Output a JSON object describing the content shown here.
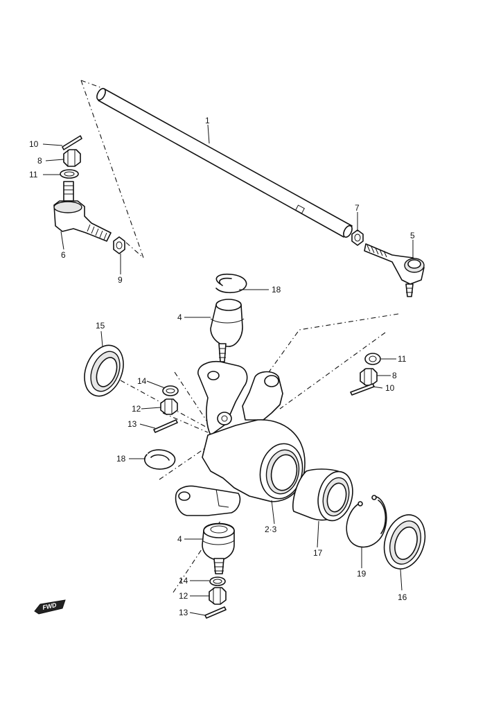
{
  "labels": {
    "p1": "1",
    "p2": "2·3",
    "p4a": "4",
    "p4b": "4",
    "p5": "5",
    "p6": "6",
    "p7": "7",
    "p8a": "8",
    "p8b": "8",
    "p9": "9",
    "p10a": "10",
    "p10b": "10",
    "p11a": "11",
    "p11b": "11",
    "p12a": "12",
    "p12b": "12",
    "p13a": "13",
    "p13b": "13",
    "p14a": "14",
    "p14b": "14",
    "p15": "15",
    "p16": "16",
    "p17": "17",
    "p18a": "18",
    "p18b": "18",
    "p19": "19"
  },
  "direction_badge": "FWD"
}
